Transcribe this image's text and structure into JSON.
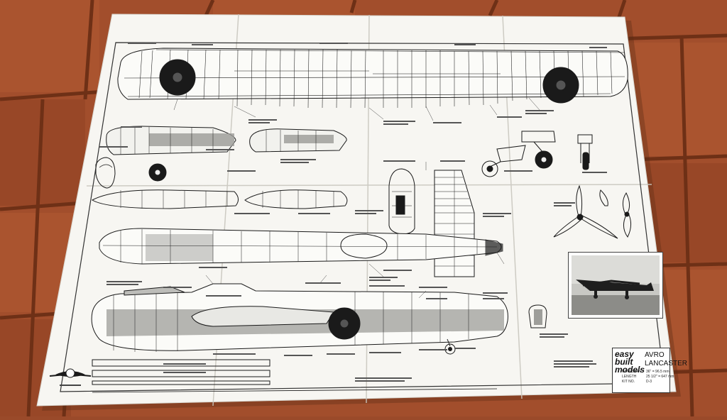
{
  "plan": {
    "brand_lines": [
      "easy",
      "built",
      "models"
    ],
    "aircraft_name_lines": [
      "AVRO",
      "LANCASTER"
    ],
    "spec_labels": [
      "WINGSPAN",
      "LENGTH",
      "KIT NO."
    ],
    "spec_values": [
      "36\" = 96.5 mm",
      "25 1/2\" = 647 mm",
      "D-3"
    ]
  },
  "colors": {
    "floor_tile": "#a24e2c",
    "floor_grout": "#6e3016",
    "paper": "#f7f6f2",
    "ink": "#1a1a1a"
  }
}
